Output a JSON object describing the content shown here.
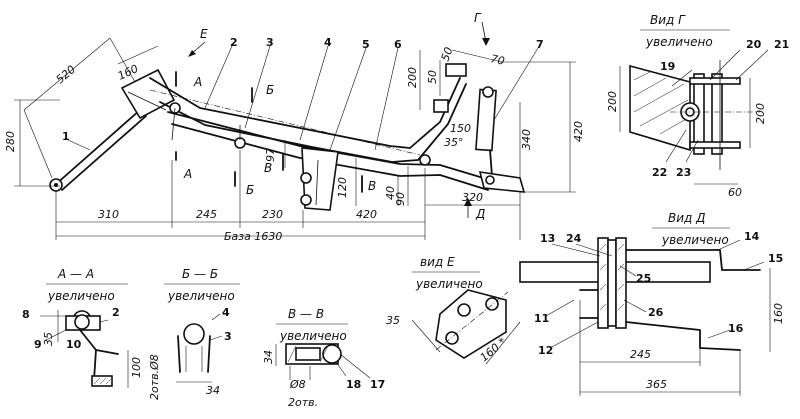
{
  "main_view": {
    "part_numbers": {
      "p1": "1",
      "p2": "2",
      "p3": "3",
      "p4": "4",
      "p5": "5",
      "p6": "6",
      "p7": "7"
    },
    "dimensions": {
      "d520": "520",
      "d160": "160",
      "d280": "280",
      "d310": "310",
      "d245": "245",
      "d230": "230",
      "d420_bottom": "420",
      "d320": "320",
      "d97": "97",
      "d120": "120",
      "d40": "40",
      "d90": "90",
      "d200": "200",
      "d50a": "50",
      "d50b": "50",
      "d70": "70",
      "d150": "150",
      "d35deg": "35°",
      "d340": "340",
      "d420_right": "420",
      "base": "База 1630"
    },
    "section_marks": {
      "a_top": "А",
      "a_bottom": "А",
      "b_top": "Б",
      "b_bottom": "Б",
      "v_mid": "В",
      "v_right": "В",
      "e_arrow": "Е",
      "g_arrow": "Г",
      "d_arrow": "Д"
    }
  },
  "view_g": {
    "title": "Вид Г",
    "subtitle": "увеличено",
    "parts": {
      "p19": "19",
      "p20": "20",
      "p21": "21",
      "p22": "22",
      "p23": "23"
    },
    "dimensions": {
      "d200_left": "200",
      "d200_right": "200",
      "d60": "60"
    }
  },
  "view_d": {
    "title": "Вид Д",
    "subtitle": "увеличено",
    "parts": {
      "p11": "11",
      "p12": "12",
      "p13": "13",
      "p14": "14",
      "p15": "15",
      "p16": "16",
      "p24": "24",
      "p25": "25",
      "p26": "26"
    },
    "dimensions": {
      "d245": "245",
      "d365": "365",
      "d160": "160"
    }
  },
  "view_e": {
    "title": "вид Е",
    "subtitle": "увеличено",
    "dimensions": {
      "d35": "35",
      "d160": "160 *"
    }
  },
  "section_aa": {
    "title": "А — А",
    "subtitle": "увеличено",
    "parts": {
      "p8": "8",
      "p2": "2",
      "p9": "9",
      "p10": "10"
    },
    "dimensions": {
      "d35": "35",
      "d100": "100"
    }
  },
  "section_bb": {
    "title": "Б — Б",
    "subtitle": "увеличено",
    "parts": {
      "p4": "4",
      "p3": "3"
    },
    "dimensions": {
      "holes": "2отв.Ø8",
      "d34": "34"
    }
  },
  "section_vv": {
    "title": "В — В",
    "subtitle": "увеличено",
    "parts": {
      "p17": "17",
      "p18": "18"
    },
    "dimensions": {
      "d34": "34",
      "d8": "Ø8",
      "holes": "2отв."
    }
  }
}
